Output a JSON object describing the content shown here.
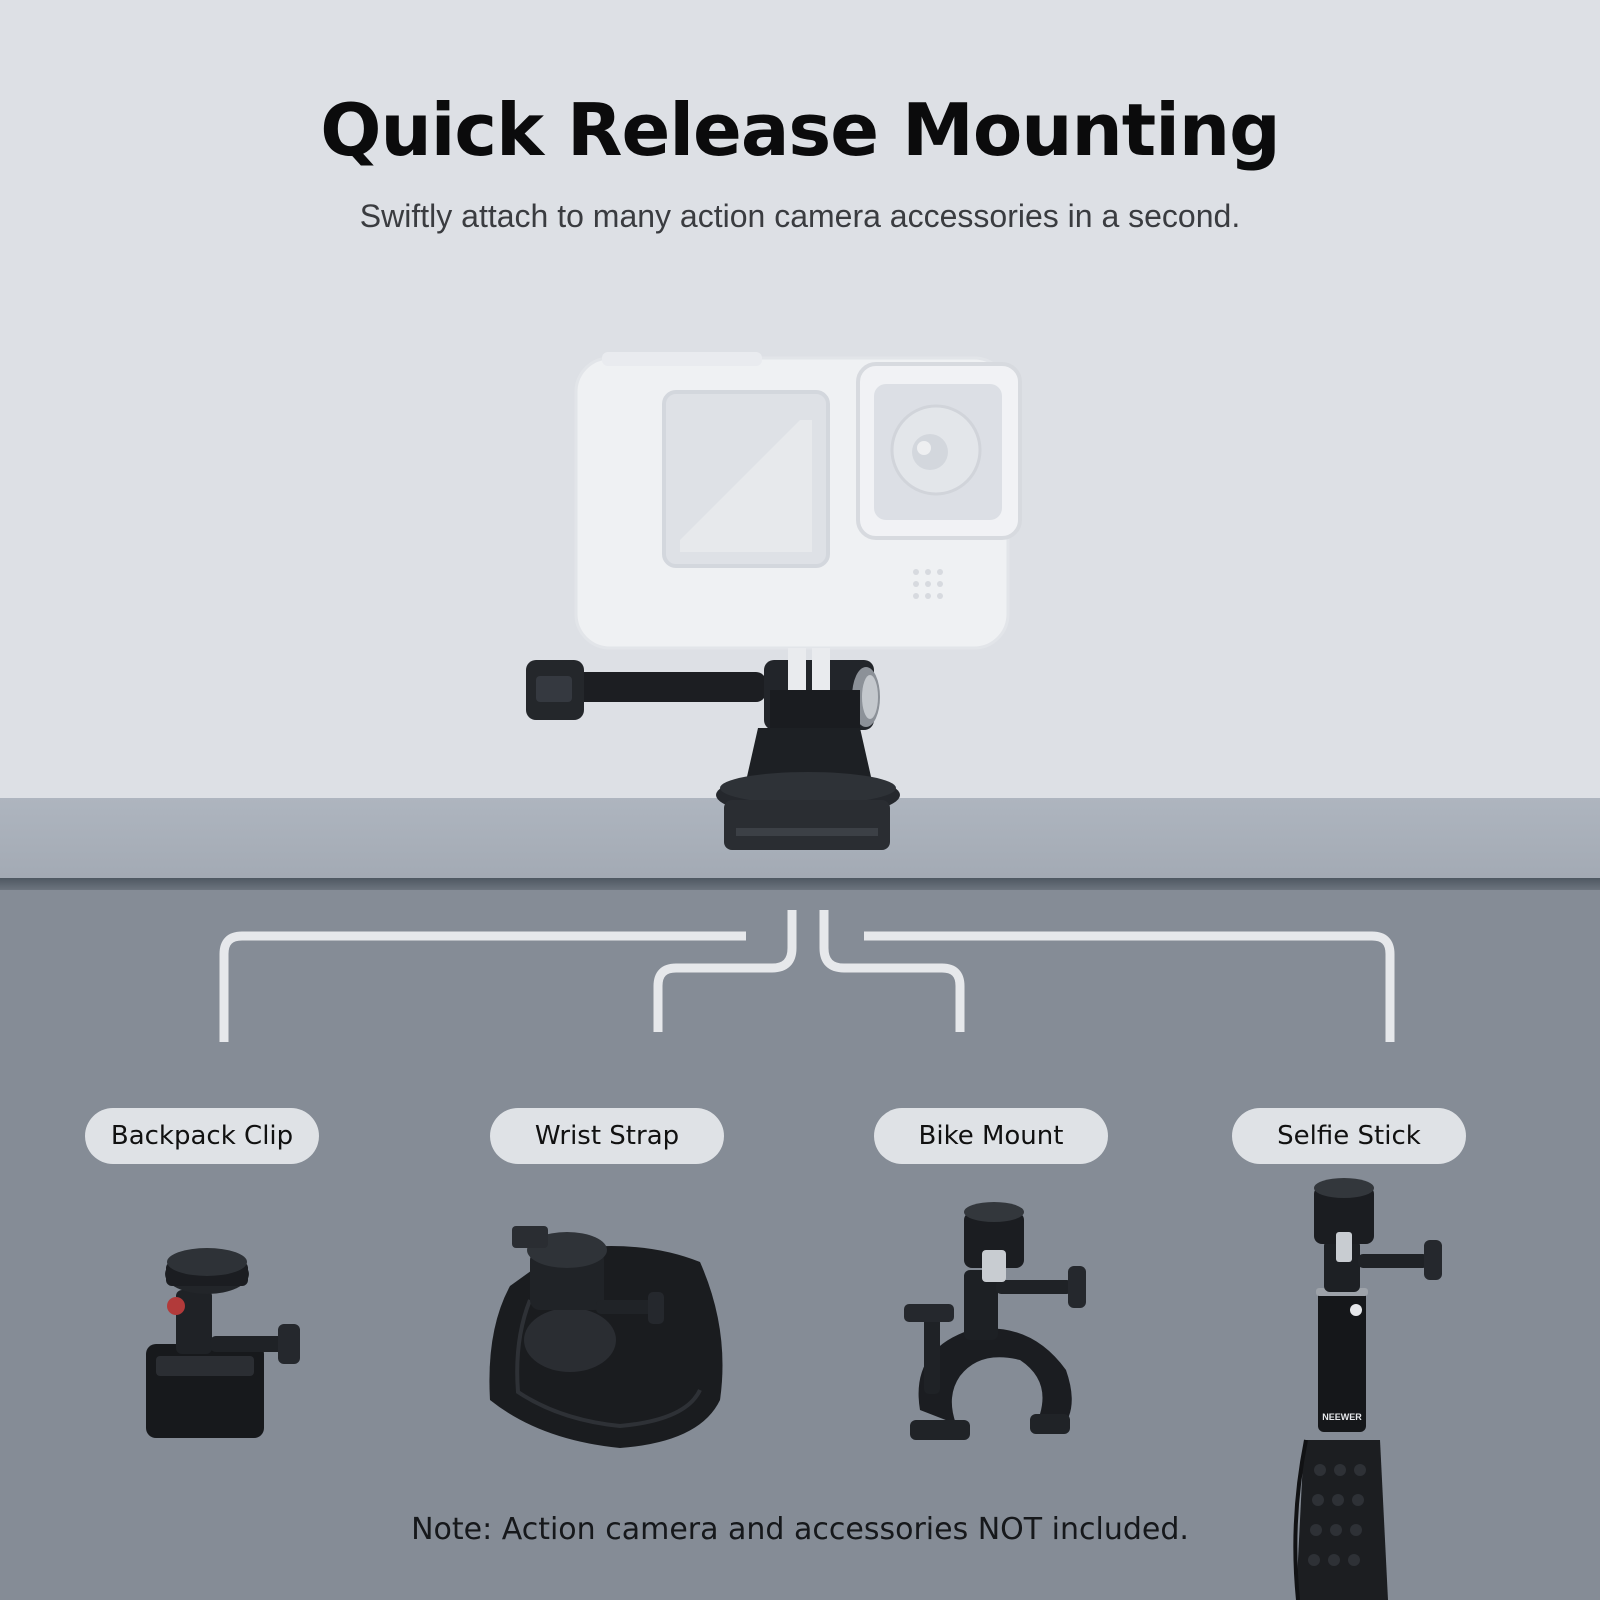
{
  "header": {
    "title": "Quick Release Mounting",
    "subtitle": "Swiftly attach to many action camera accessories in a second."
  },
  "accessories": [
    {
      "label": "Backpack Clip"
    },
    {
      "label": "Wrist Strap"
    },
    {
      "label": "Bike Mount"
    },
    {
      "label": "Selfie Stick"
    }
  ],
  "product_brand": "NEEWER",
  "note": "Note: Action camera and accessories NOT included.",
  "colors": {
    "background_top": "#dde0e5",
    "background_bottom": "#858c96",
    "pill_background": "#dfe2e6",
    "connector_lines": "#e6e8eb",
    "mount_black": "#1b1d20"
  }
}
